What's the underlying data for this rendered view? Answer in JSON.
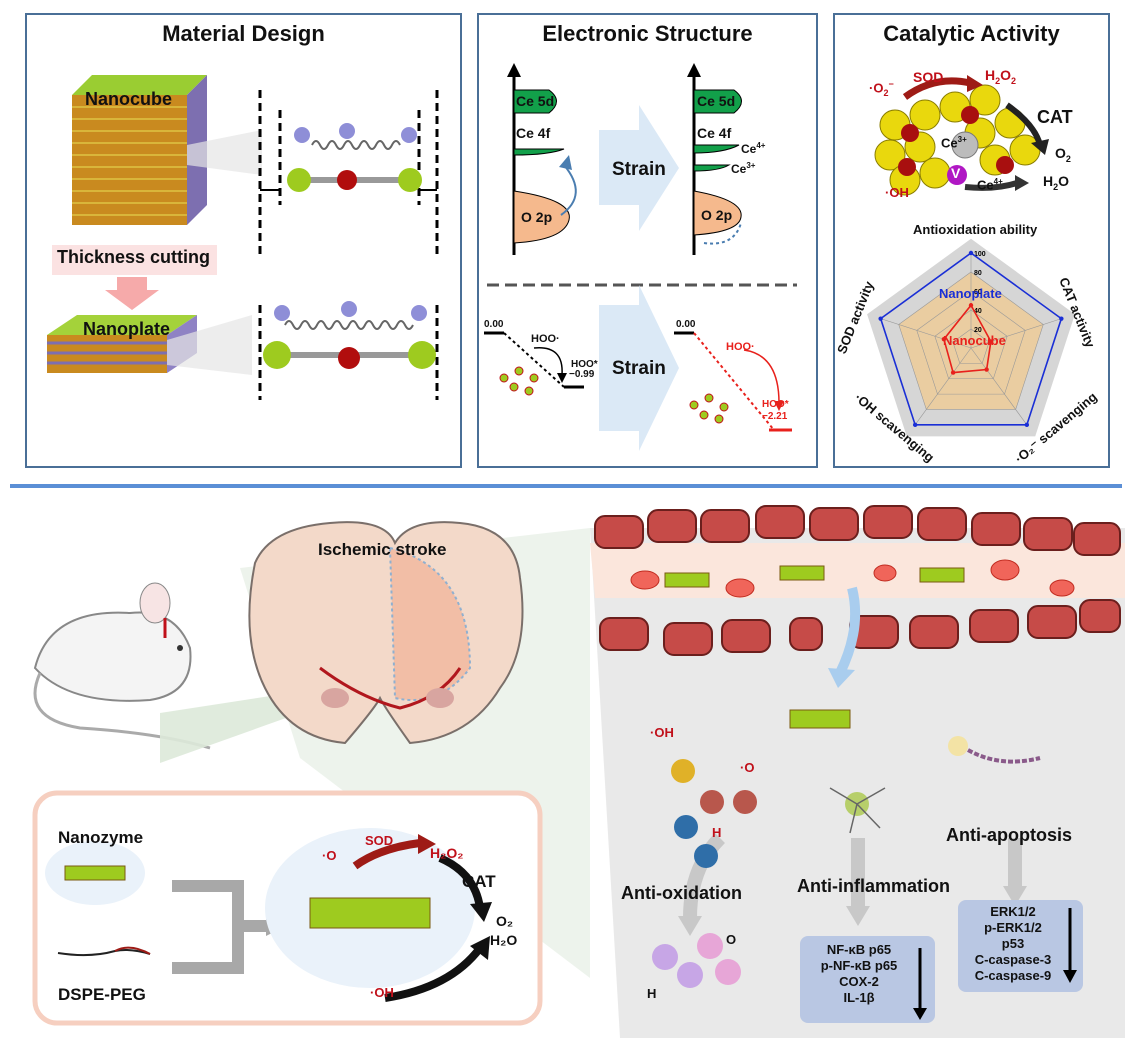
{
  "panels": {
    "material_design": {
      "title": "Material Design",
      "nanocube": "Nanocube",
      "thickness_cutting": "Thickness cutting",
      "nanoplate": "Nanoplate"
    },
    "electronic_structure": {
      "title": "Electronic Structure",
      "ce5d": "Ce 5d",
      "ce4f": "Ce 4f",
      "o2p": "O 2p",
      "ce4plus": "Ce",
      "ce4plus_sup": "4+",
      "ce3plus": "Ce",
      "ce3plus_sup": "3+",
      "strain": "Strain",
      "energy_zero_left": "0.00",
      "energy_zero_right": "0.00",
      "hoo_left": "HOO·",
      "hoo_star_left": "HOO*",
      "energy_left": "−0.99",
      "hoo_right": "HOO·",
      "hoo_star_right": "HOO*",
      "energy_right": "−2.21"
    },
    "catalytic_activity": {
      "title": "Catalytic Activity",
      "o2_radical": "·O",
      "o2_radical_sub": "2",
      "o2_radical_sup": "−",
      "sod": "SOD",
      "h2o2": "H",
      "h2o2_sub": "2",
      "h2o2_tail": "O",
      "h2o2_sub2": "2",
      "cat": "CAT",
      "o2": "O",
      "o2_sub": "2",
      "ce3": "Ce",
      "ce3_sup": "3+",
      "ce4": "Ce",
      "ce4_sup": "4+",
      "v": "V",
      "oh": "·OH",
      "h2o": "H",
      "h2o_sub": "2",
      "h2o_tail": "O",
      "radar_title": "Antioxidation ability",
      "axes": [
        "SOD activity",
        "CAT activity",
        "·O₂⁻ scavenging",
        "·OH scavenging"
      ],
      "ticks": [
        "100",
        "80",
        "60",
        "40",
        "20"
      ],
      "series_nanoplate": "Nanoplate",
      "series_nanocube": "Nanocube"
    }
  },
  "chart_data": {
    "type": "radar",
    "title": "Antioxidation ability",
    "axes": [
      "Antioxidation ability",
      "CAT activity",
      "·O₂⁻ scavenging",
      "·OH scavenging",
      "SOD activity"
    ],
    "range": [
      0,
      100
    ],
    "series": [
      {
        "name": "Nanoplate",
        "values": [
          100,
          100,
          100,
          100,
          100
        ]
      },
      {
        "name": "Nanocube",
        "values": [
          45,
          22,
          28,
          32,
          30
        ]
      }
    ]
  },
  "bottom": {
    "ischemic_stroke": "Ischemic stroke",
    "nanozyme": "Nanozyme",
    "dspe_peg": "DSPE-PEG",
    "sod": "SOD",
    "cat": "CAT",
    "o2_radical": "·O",
    "h2o2": "H₂O₂",
    "o2": "O₂",
    "h2o": "H₂O",
    "oh": "·OH",
    "anti_oxidation": "Anti-oxidation",
    "anti_inflammation": "Anti-inflammation",
    "anti_apoptosis": "Anti-apoptosis",
    "inflammation_markers": [
      "NF-κB p65",
      "p-NF-κB p65",
      "COX-2",
      "IL-1β"
    ],
    "apoptosis_markers": [
      "ERK1/2",
      "p-ERK1/2",
      "p53",
      "C-caspase-3",
      "C-caspase-9"
    ],
    "ros_oh": "·OH",
    "ros_o2": "·O",
    "ros_h2o2": "H",
    "prod_o2": "O",
    "prod_h2o": "H"
  },
  "colors": {
    "panel_border": "#4a6f97",
    "divider": "#5b8fd6",
    "cat_red": "#c0101a",
    "nanoplate_blue": "#1a2fd6",
    "nanocube_red": "#e8211c",
    "marker_box": "#b9c7e3"
  }
}
